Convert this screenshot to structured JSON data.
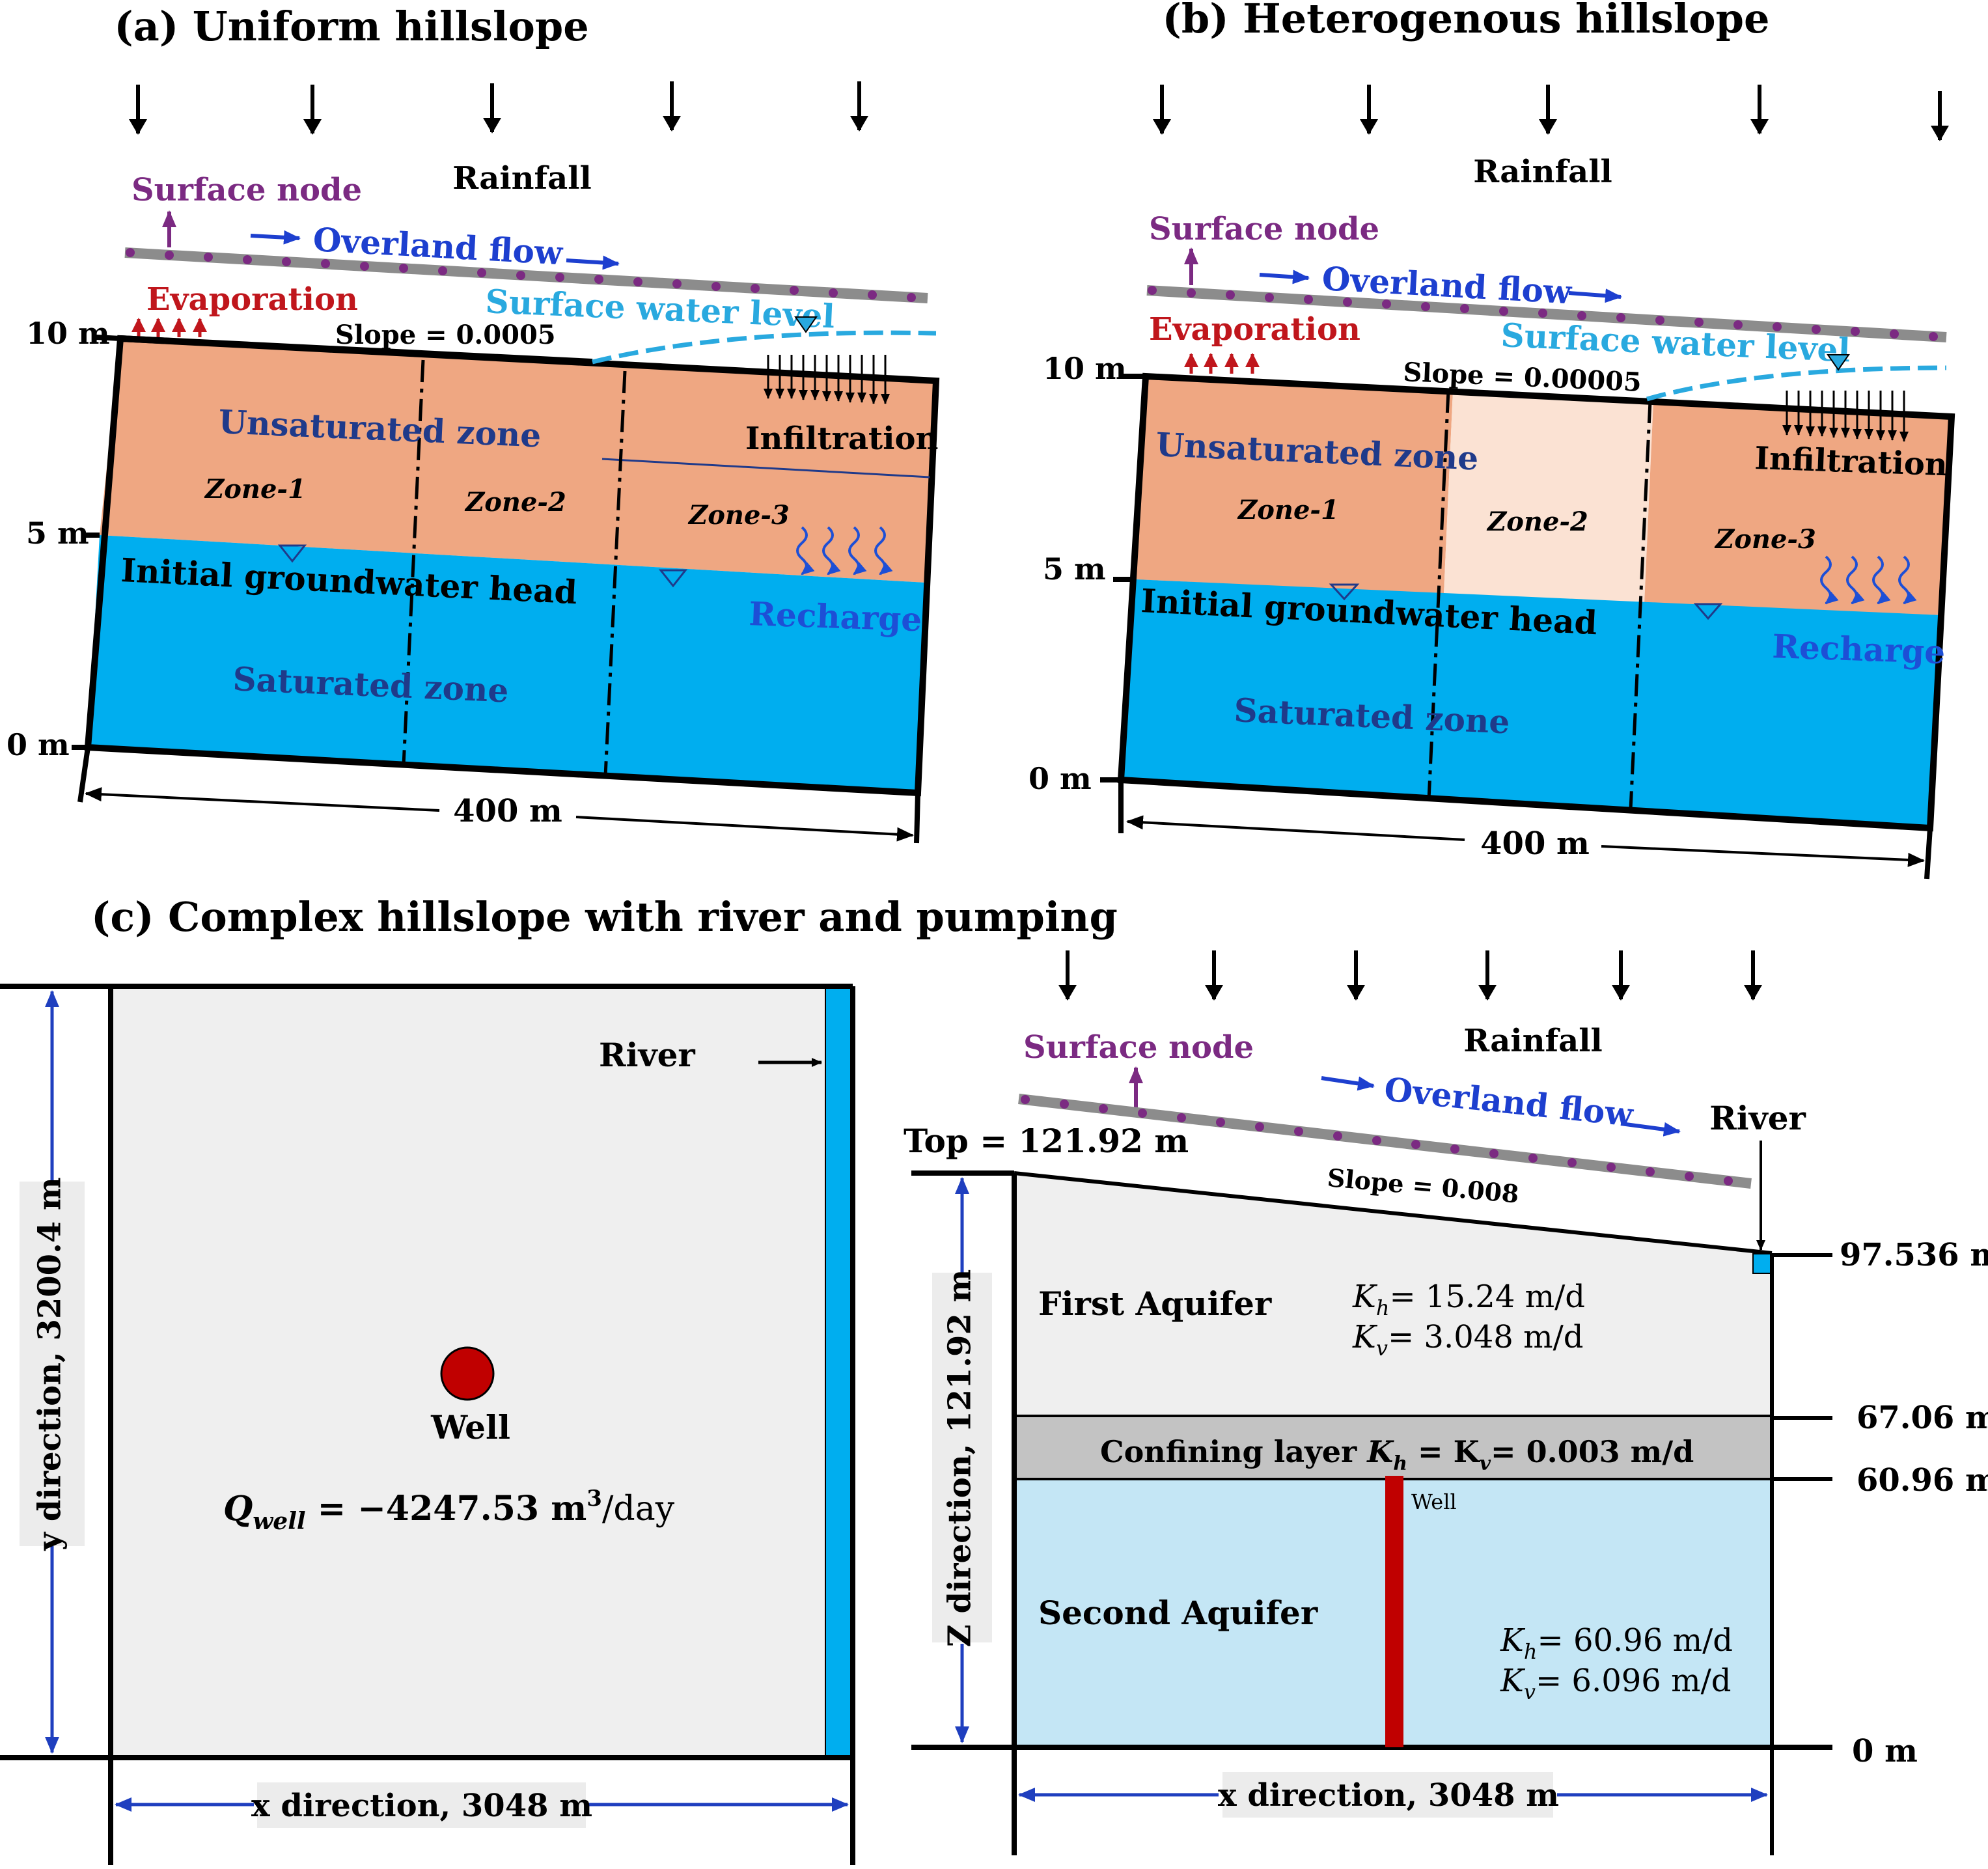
{
  "colors": {
    "unsat": "#efa782",
    "unsat_light": "#fbe2d3",
    "sat": "#00aeef",
    "sat_light": "#c4e6f5",
    "light_gray": "#efefef",
    "confining": "#c3c3c3",
    "surface_bar": "#8c8c8c",
    "node_purple": "#7b2a82",
    "overland_blue": "#1d3fcf",
    "zone_text": "#1f3a8a",
    "evap_red": "#c0161c",
    "swl_blue": "#29a9df",
    "recharge_blue": "#1d4fd6",
    "well_red": "#c00000",
    "dim_blue": "#1f3fbf"
  },
  "panel_a": {
    "title": "(a) Uniform hillslope",
    "rainfall": "Rainfall",
    "surface_node": "Surface node",
    "overland_flow": "Overland flow",
    "evaporation": "Evaporation",
    "surface_water_level": "Surface water level",
    "slope": "Slope = 0.0005",
    "infiltration": "Infiltration",
    "unsaturated_zone": "Unsaturated zone",
    "zones": [
      "Zone-1",
      "Zone-2",
      "Zone-3"
    ],
    "initial_head": "Initial groundwater head",
    "recharge": "Recharge",
    "saturated_zone": "Saturated zone",
    "y_ticks": [
      "10 m",
      "5 m",
      "0 m"
    ],
    "length": "400 m"
  },
  "panel_b": {
    "title": "(b) Heterogenous hillslope",
    "rainfall": "Rainfall",
    "surface_node": "Surface node",
    "overland_flow": "Overland flow",
    "evaporation": "Evaporation",
    "surface_water_level": "Surface water level",
    "slope": "Slope = 0.00005",
    "infiltration": "Infiltration",
    "unsaturated_zone": "Unsaturated zone",
    "zones": [
      "Zone-1",
      "Zone-2",
      "Zone-3"
    ],
    "initial_head": "Initial groundwater head",
    "recharge": "Recharge",
    "saturated_zone": "Saturated zone",
    "y_ticks": [
      "10 m",
      "5 m",
      "0 m"
    ],
    "length": "400 m"
  },
  "panel_c": {
    "title": "(c) Complex hillslope with river and pumping",
    "plan": {
      "river": "River",
      "well": "Well",
      "q_prefix": "Q",
      "q_sub": "well",
      "q_value": " = −4247.53 m",
      "q_sup": "3",
      "q_unit": "/day",
      "y_dim": "y direction, 3200.4 m",
      "x_dim": "x direction, 3048 m"
    },
    "section": {
      "rainfall": "Rainfall",
      "surface_node": "Surface node",
      "overland_flow": "Overland flow",
      "river": "River",
      "top": "Top = 121.92 m",
      "slope": "Slope = 0.008",
      "elevations": [
        "97.536 m",
        "67.06 m",
        "60.96 m",
        "0 m"
      ],
      "first_aquifer": "First Aquifer",
      "kh1": "= 15.24 m/d",
      "kv1": "= 3.048 m/d",
      "confining": "Confining layer",
      "confining_k": "= 0.003 m/d",
      "well": "Well",
      "second_aquifer": "Second Aquifer",
      "kh2": "= 60.96 m/d",
      "kv2": "= 6.096 m/d",
      "z_dim": "Z direction, 121.92 m",
      "x_dim": "x direction, 3048 m"
    }
  }
}
